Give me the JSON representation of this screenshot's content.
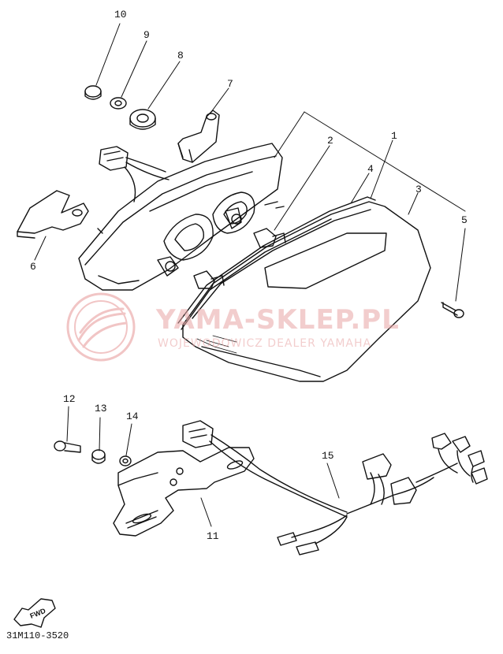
{
  "callouts": [
    {
      "id": "1",
      "text": "1"
    },
    {
      "id": "2",
      "text": "2"
    },
    {
      "id": "3",
      "text": "3"
    },
    {
      "id": "4",
      "text": "4"
    },
    {
      "id": "5",
      "text": "5"
    },
    {
      "id": "6",
      "text": "6"
    },
    {
      "id": "7",
      "text": "7"
    },
    {
      "id": "8",
      "text": "8"
    },
    {
      "id": "9",
      "text": "9"
    },
    {
      "id": "10",
      "text": "10"
    },
    {
      "id": "11",
      "text": "11"
    },
    {
      "id": "12",
      "text": "12"
    },
    {
      "id": "13",
      "text": "13"
    },
    {
      "id": "14",
      "text": "14"
    },
    {
      "id": "15",
      "text": "15"
    }
  ],
  "watermark": {
    "title": "YAMA-SKLEP.PL",
    "subtitle": "WOJEWODOWICZ DEALER YAMAHA",
    "color": "#e07070"
  },
  "fwd_label": "FWD",
  "diagram_code": "31M110-3520"
}
